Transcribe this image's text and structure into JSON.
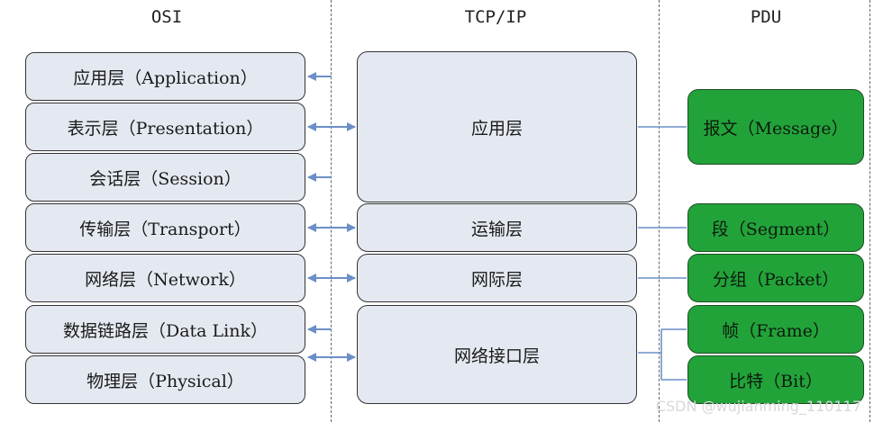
{
  "headers": {
    "osi": "OSI",
    "tcpip": "TCP/IP",
    "pdu": "PDU"
  },
  "osi_layers": [
    "应用层（Application）",
    "表示层（Presentation）",
    "会话层（Session）",
    "传输层（Transport）",
    "网络层（Network）",
    "数据链路层（Data Link）",
    "物理层（Physical）"
  ],
  "tcpip_layers": [
    "应用层",
    "运输层",
    "网际层",
    "网络接口层"
  ],
  "pdu_units": [
    "报文（Message）",
    "段（Segment）",
    "分组（Packet）",
    "帧（Frame）",
    "比特（Bit）"
  ],
  "colors": {
    "osi_fill": "#e4e9f1",
    "pdu_fill": "#22a33a",
    "arrow": "#6b8fc6"
  },
  "watermark": "CSDN @wujianming_110117"
}
